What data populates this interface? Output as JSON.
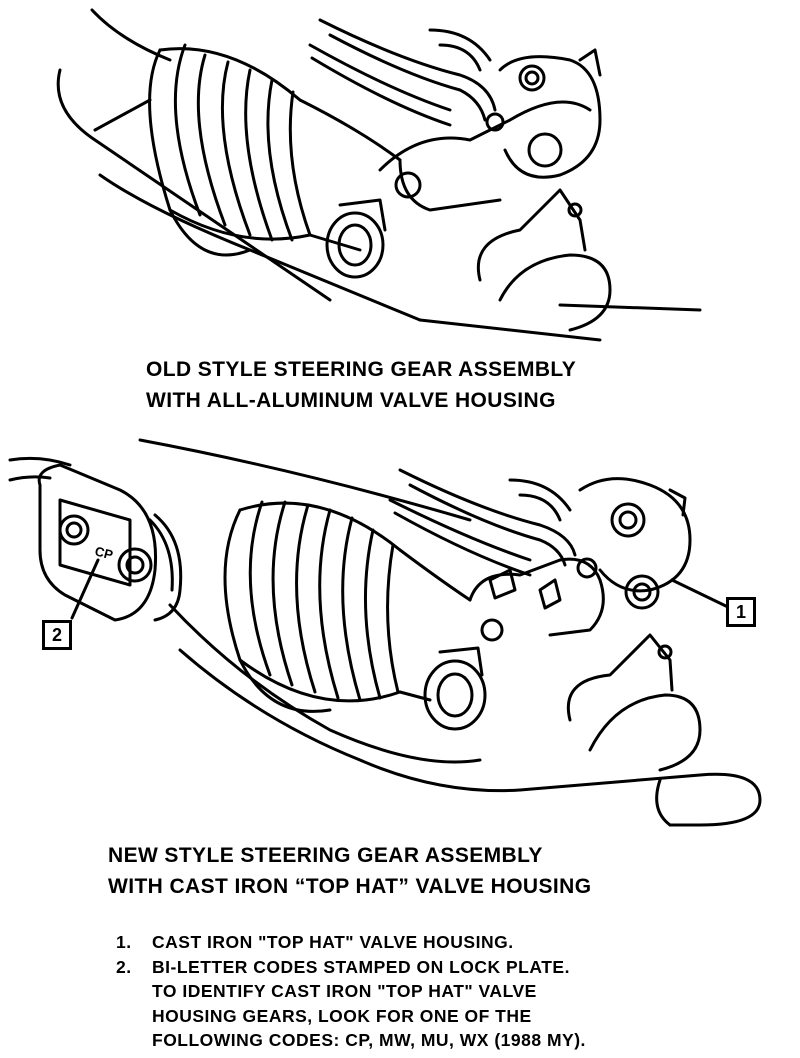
{
  "top_caption": {
    "line1": "OLD STYLE STEERING GEAR ASSEMBLY",
    "line2": "WITH ALL-ALUMINUM VALVE HOUSING"
  },
  "bottom_caption": {
    "line1": "NEW STYLE STEERING GEAR ASSEMBLY",
    "line2": "WITH CAST IRON “TOP HAT” VALVE HOUSING"
  },
  "callouts": {
    "one": "1",
    "two": "2",
    "plate_code": "CP"
  },
  "notes": [
    {
      "num": "1.",
      "lines": [
        "CAST IRON \"TOP HAT\" VALVE HOUSING."
      ]
    },
    {
      "num": "2.",
      "lines": [
        "BI-LETTER CODES STAMPED ON LOCK PLATE.",
        "TO IDENTIFY CAST IRON \"TOP HAT\" VALVE",
        "HOUSING GEARS, LOOK FOR ONE OF THE",
        "FOLLOWING CODES: CP, MW, MU, WX (1988 MY)."
      ]
    }
  ]
}
